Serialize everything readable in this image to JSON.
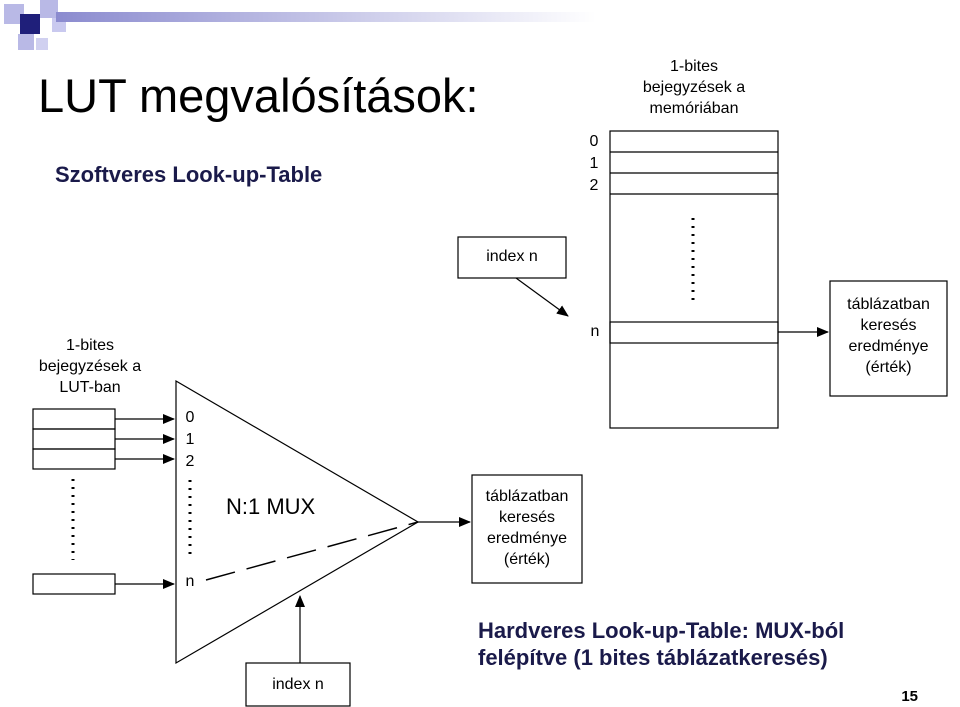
{
  "slide": {
    "title": "LUT megvalósítások:",
    "subtitle": "Szoftveres Look-up-Table",
    "caption_line1": "Hardveres Look-up-Table:  MUX-ból",
    "caption_line2": "felépítve (1 bites táblázatkeresés)",
    "page_number": "15"
  },
  "software_lut": {
    "memory_heading": [
      "1-bites",
      "bejegyzések a",
      "memóriában"
    ],
    "row_indices": [
      "0",
      "1",
      "2"
    ],
    "index_box": "index  n",
    "n_label": "n",
    "result_box": [
      "táblázatban",
      "keresés",
      "eredménye",
      "(érték)"
    ]
  },
  "hardware_lut": {
    "lut_heading": [
      "1-bites",
      "bejegyzések  a",
      "LUT-ban"
    ],
    "mux_inputs": [
      "0",
      "1",
      "2"
    ],
    "mux_n": "n",
    "mux_label": "N:1 MUX",
    "index_box": "index  n",
    "result_box": [
      "táblázatban",
      "keresés",
      "eredménye",
      "(érték)"
    ]
  }
}
